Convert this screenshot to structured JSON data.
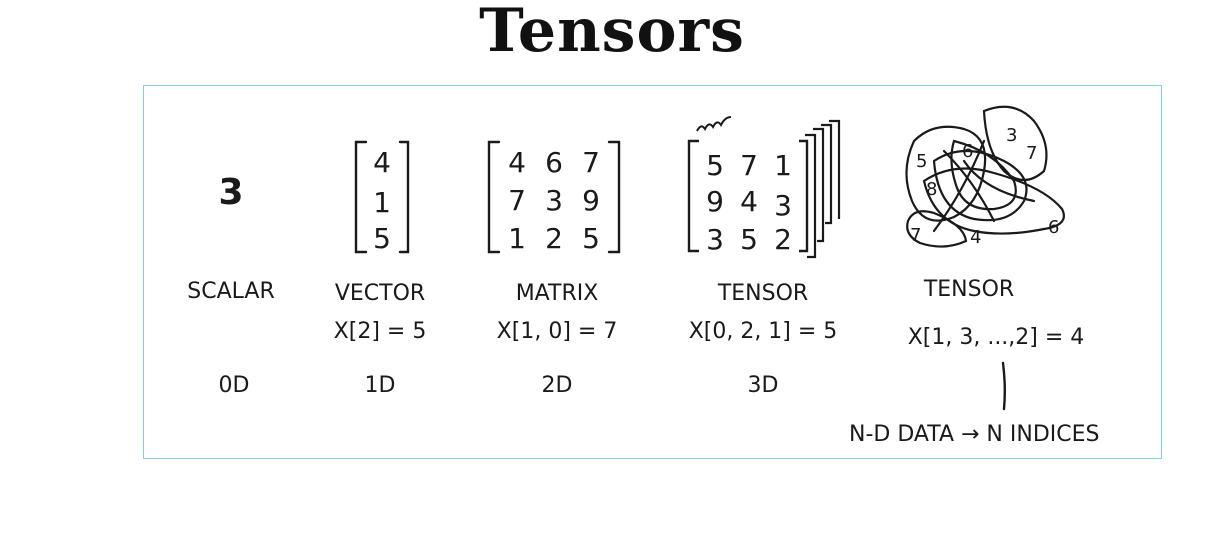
{
  "title": "Tensors",
  "scalar": {
    "value": "3",
    "label": "SCALAR",
    "dim": "0D"
  },
  "vector": {
    "values": [
      "4",
      "1",
      "5"
    ],
    "label": "VECTOR",
    "index": "X[2] = 5",
    "dim": "1D"
  },
  "matrix": {
    "rows": [
      [
        "4",
        "6",
        "7"
      ],
      [
        "7",
        "3",
        "9"
      ],
      [
        "1",
        "2",
        "5"
      ]
    ],
    "label": "MATRIX",
    "index": "X[1, 0] = 7",
    "dim": "2D"
  },
  "tensor3d": {
    "rows": [
      [
        "5",
        "7",
        "1"
      ],
      [
        "9",
        "4",
        "3"
      ],
      [
        "3",
        "5",
        "2"
      ]
    ],
    "label": "TENSOR",
    "index": "X[0, 2, 1] = 5",
    "dim": "3D"
  },
  "tensorNd": {
    "numbers": [
      "5",
      "6",
      "3",
      "7",
      "8",
      "7",
      "4",
      "6"
    ],
    "label": "TENSOR",
    "index": "X[1, 3, ...,2] = 4",
    "note": "N-D DATA → N INDICES"
  }
}
